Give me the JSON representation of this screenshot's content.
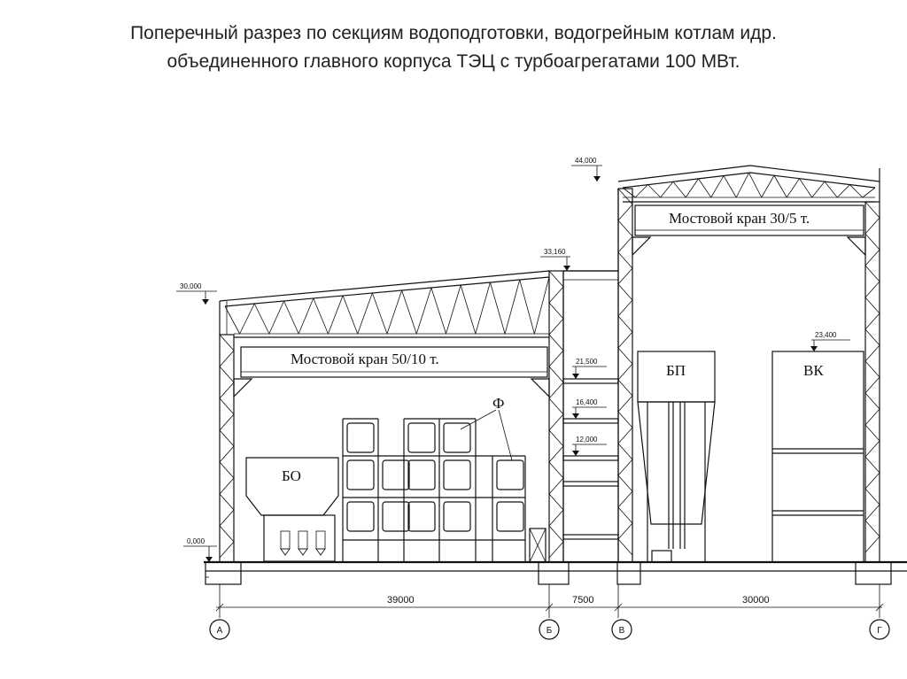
{
  "title": {
    "line1": "Поперечный разрез  по секциям водоподготовки, водогрейным котлам идр.",
    "line2": "объединенного главного корпуса ТЭЦ  с турбоагрегатами 100 МВт."
  },
  "labels": {
    "crane_left": "Мостовой кран 50/10 т.",
    "crane_right": "Мостовой кран 30/5 т.",
    "bo": "БО",
    "f": "Ф",
    "bp": "БП",
    "vk": "ВК"
  },
  "levels": {
    "l44": "44,000",
    "l33": "33,160",
    "l30": "30,000",
    "l23": "23,400",
    "l21": "21,500",
    "l16": "16,400",
    "l12": "12,000",
    "l0": "0,000"
  },
  "dimensions": {
    "d1": "39000",
    "d2": "7500",
    "d3": "30000"
  },
  "axes": {
    "a": "А",
    "b": "Б",
    "v": "В",
    "g": "Г"
  }
}
